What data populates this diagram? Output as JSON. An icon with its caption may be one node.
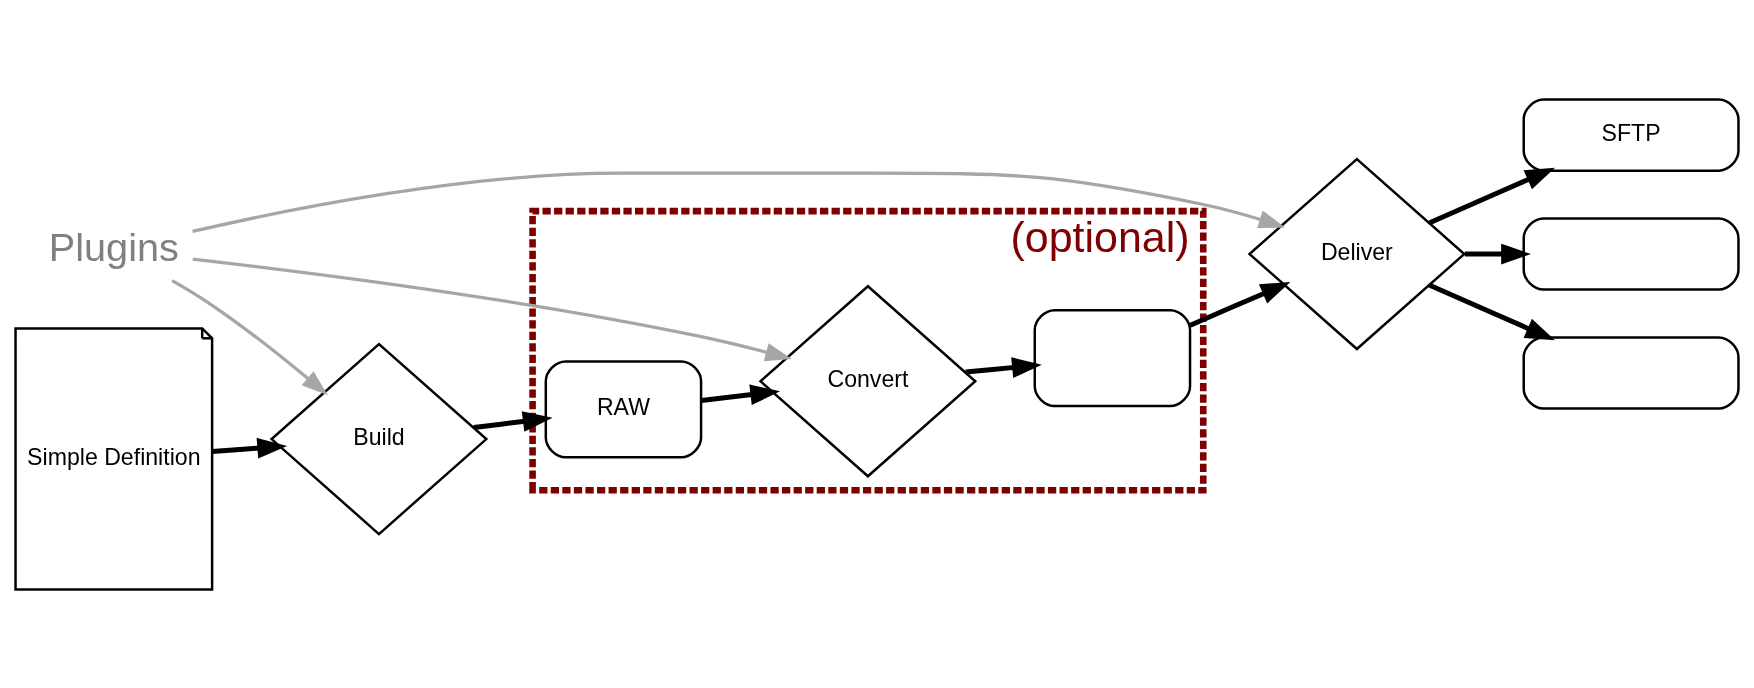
{
  "diagram": {
    "nodes": [
      {
        "text": [
          "(optional)"
        ]
      },
      {
        "text": [
          "Plugins"
        ]
      },
      {
        "text": [
          "Simple Definition"
        ]
      },
      {
        "text": [
          "Build"
        ]
      },
      {
        "text": [
          "RAW"
        ],
        "in": 0
      },
      {
        "text": [
          "Convert"
        ],
        "in": 0
      },
      {
        "text": [],
        "shape": "box",
        "in": 0
      },
      {
        "text": [
          "Deliver"
        ]
      },
      {
        "text": [
          "SFTP"
        ]
      },
      {
        "text": [],
        "shape": "box"
      },
      {
        "text": [],
        "shape": "box"
      }
    ],
    "edges": [
      {
        "from": 1,
        "to": 3,
        "arrow": "to",
        "color": "#a6a6a6"
      },
      {
        "from": 1,
        "to": 5,
        "arrow": "to",
        "color": "#a6a6a6"
      },
      {
        "from": 1,
        "to": 7,
        "arrow": "to",
        "color": "#a6a6a6"
      },
      {
        "from": 2,
        "to": 3,
        "arrow": "to"
      },
      {
        "from": 3,
        "to": 4,
        "arrow": "to"
      },
      {
        "from": 4,
        "to": 5,
        "arrow": "to"
      },
      {
        "from": 5,
        "to": 6,
        "arrow": "to"
      },
      {
        "from": 6,
        "to": 7,
        "arrow": "to"
      },
      {
        "from": 7,
        "to": 8,
        "arrow": "to"
      },
      {
        "from": 7,
        "to": 9,
        "arrow": "to"
      },
      {
        "from": 7,
        "to": 10,
        "arrow": "to"
      }
    ]
  }
}
